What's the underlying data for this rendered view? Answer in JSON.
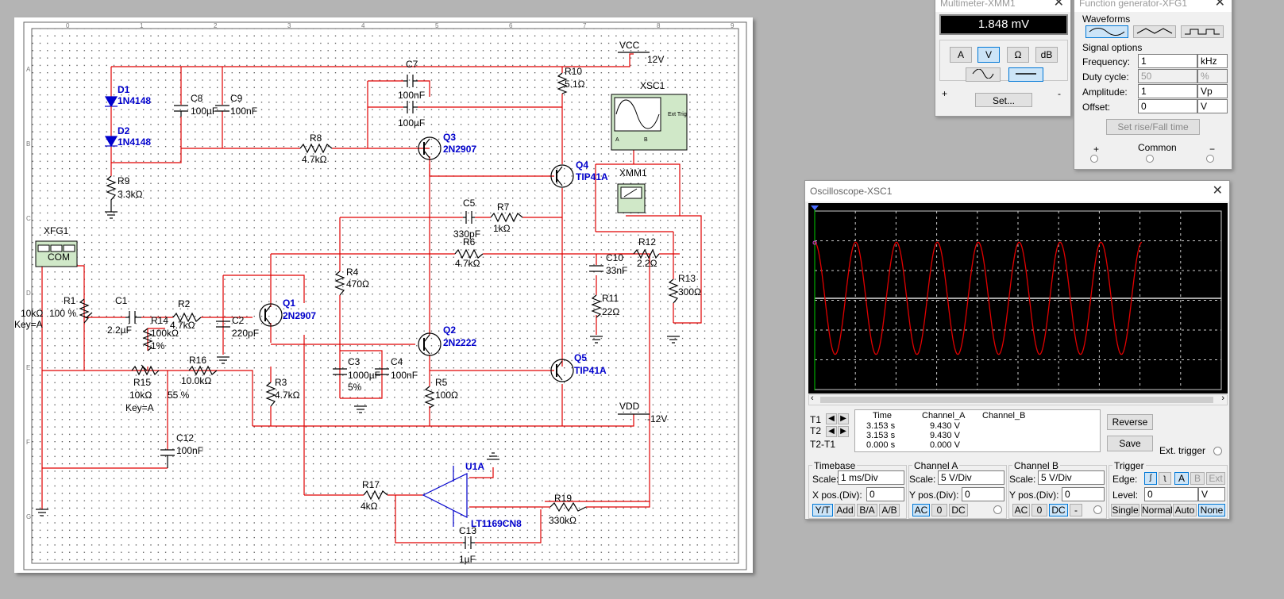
{
  "schematic": {
    "rulers_top": [
      "0",
      "1",
      "2",
      "3",
      "4",
      "5",
      "6",
      "7",
      "8",
      "9"
    ],
    "rulers_left": [
      "A",
      "B",
      "C",
      "D",
      "E",
      "F",
      "G"
    ],
    "parts": {
      "vcc": {
        "name": "VCC",
        "value": "12V"
      },
      "vdd": {
        "name": "VDD",
        "value": "-12V"
      },
      "d1": {
        "name": "D1",
        "value": "1N4148"
      },
      "d2": {
        "name": "D2",
        "value": "1N4148"
      },
      "c8": {
        "name": "C8",
        "value": "100µF"
      },
      "c9": {
        "name": "C9",
        "value": "100nF"
      },
      "c7": {
        "name": "C7",
        "value": "100nF"
      },
      "c7b": {
        "value": "100µF"
      },
      "r10": {
        "name": "R10",
        "value": "5.1Ω"
      },
      "r8": {
        "name": "R8",
        "value": "4.7kΩ"
      },
      "q3": {
        "name": "Q3",
        "value": "2N2907"
      },
      "q4": {
        "name": "Q4",
        "value": "TIP41A"
      },
      "r9": {
        "name": "R9",
        "value": "3.3kΩ"
      },
      "xsc1": {
        "name": "XSC1",
        "ext": "Ext Trig",
        "a": "A",
        "b": "B"
      },
      "xmm1": {
        "name": "XMM1"
      },
      "xfg1": {
        "name": "XFG1",
        "com": "COM"
      },
      "c5": {
        "name": "C5",
        "value": "330pF"
      },
      "r7": {
        "name": "R7",
        "value": "1kΩ"
      },
      "r6": {
        "name": "R6",
        "value": "4.7kΩ"
      },
      "r12": {
        "name": "R12",
        "value": "2.2Ω"
      },
      "c10": {
        "name": "C10",
        "value": "33nF"
      },
      "r13": {
        "name": "R13",
        "value": "300Ω"
      },
      "r11": {
        "name": "R11",
        "value": "22Ω"
      },
      "r4": {
        "name": "R4",
        "value": "470Ω"
      },
      "r1": {
        "name": "R1",
        "value": "10kΩ",
        "pct": "100 %",
        "key": "Key=A"
      },
      "c1": {
        "name": "C1",
        "value": "2.2µF"
      },
      "r2": {
        "name": "R2",
        "value": "4.7kΩ"
      },
      "r14": {
        "name": "R14",
        "value": "100kΩ",
        "pct": "1%"
      },
      "c2": {
        "name": "C2",
        "value": "220pF"
      },
      "q1": {
        "name": "Q1",
        "value": "2N2907"
      },
      "q2": {
        "name": "Q2",
        "value": "2N2222"
      },
      "c3": {
        "name": "C3",
        "value": "1000µF",
        "tol": "5%"
      },
      "c4": {
        "name": "C4",
        "value": "100nF"
      },
      "q5": {
        "name": "Q5",
        "value": "TIP41A"
      },
      "r5": {
        "name": "R5",
        "value": "100Ω"
      },
      "r16": {
        "name": "R16",
        "value": "10.0kΩ"
      },
      "r15": {
        "name": "R15",
        "value": "10kΩ",
        "pct": "55 %",
        "key": "Key=A"
      },
      "r3": {
        "name": "R3",
        "value": "4.7kΩ"
      },
      "c12": {
        "name": "C12",
        "value": "100nF"
      },
      "u1a": {
        "name": "U1A",
        "value": "LT1169CN8"
      },
      "r17": {
        "name": "R17",
        "value": "4kΩ"
      },
      "r19": {
        "name": "R19",
        "value": "330kΩ"
      },
      "c13": {
        "name": "C13",
        "value": "1µF"
      }
    }
  },
  "multimeter": {
    "title": "Multimeter-XMM1",
    "display": "1.848 mV",
    "modes": [
      "A",
      "V",
      "Ω",
      "dB"
    ],
    "set_label": "Set...",
    "plus": "+",
    "minus": "-"
  },
  "funcgen": {
    "title": "Function generator-XFG1",
    "waveforms_label": "Waveforms",
    "signal_options_label": "Signal options",
    "frequency": {
      "label": "Frequency:",
      "value": "1",
      "unit": "kHz"
    },
    "duty": {
      "label": "Duty cycle:",
      "value": "50",
      "unit": "%"
    },
    "amplitude": {
      "label": "Amplitude:",
      "value": "1",
      "unit": "Vp"
    },
    "offset": {
      "label": "Offset:",
      "value": "0",
      "unit": "V"
    },
    "rise_fall_label": "Set rise/Fall time",
    "plus": "+",
    "common": "Common",
    "minus": "−"
  },
  "oscilloscope": {
    "title": "Oscilloscope-XSC1",
    "trace_color": "#e00000",
    "cycles_visible": 8,
    "amplitude_v": 9.43,
    "readout": {
      "headers": [
        "Time",
        "Channel_A",
        "Channel_B"
      ],
      "rows": [
        {
          "label": "T1",
          "time": "3.153 s",
          "a": "9.430 V",
          "b": ""
        },
        {
          "label": "T2",
          "time": "3.153 s",
          "a": "9.430 V",
          "b": ""
        },
        {
          "label": "T2-T1",
          "time": "0.000 s",
          "a": "0.000 V",
          "b": ""
        }
      ]
    },
    "reverse_label": "Reverse",
    "save_label": "Save",
    "ext_trigger_label": "Ext. trigger",
    "timebase": {
      "title": "Timebase",
      "scale_label": "Scale:",
      "scale": "1 ms/Div",
      "xpos_label": "X pos.(Div):",
      "xpos": "0",
      "modes": [
        "Y/T",
        "Add",
        "B/A",
        "A/B"
      ]
    },
    "channel_a": {
      "title": "Channel A",
      "scale_label": "Scale:",
      "scale": "5  V/Div",
      "ypos_label": "Y pos.(Div):",
      "ypos": "0",
      "modes": [
        "AC",
        "0",
        "DC"
      ]
    },
    "channel_b": {
      "title": "Channel B",
      "scale_label": "Scale:",
      "scale": "5  V/Div",
      "ypos_label": "Y pos.(Div):",
      "ypos": "0",
      "modes": [
        "AC",
        "0",
        "DC",
        "-"
      ]
    },
    "trigger": {
      "title": "Trigger",
      "edge_label": "Edge:",
      "edge_buttons": [
        "A",
        "B",
        "Ext"
      ],
      "level_label": "Level:",
      "level": "0",
      "level_unit": "V",
      "modes": [
        "Single",
        "Normal",
        "Auto",
        "None"
      ]
    }
  }
}
